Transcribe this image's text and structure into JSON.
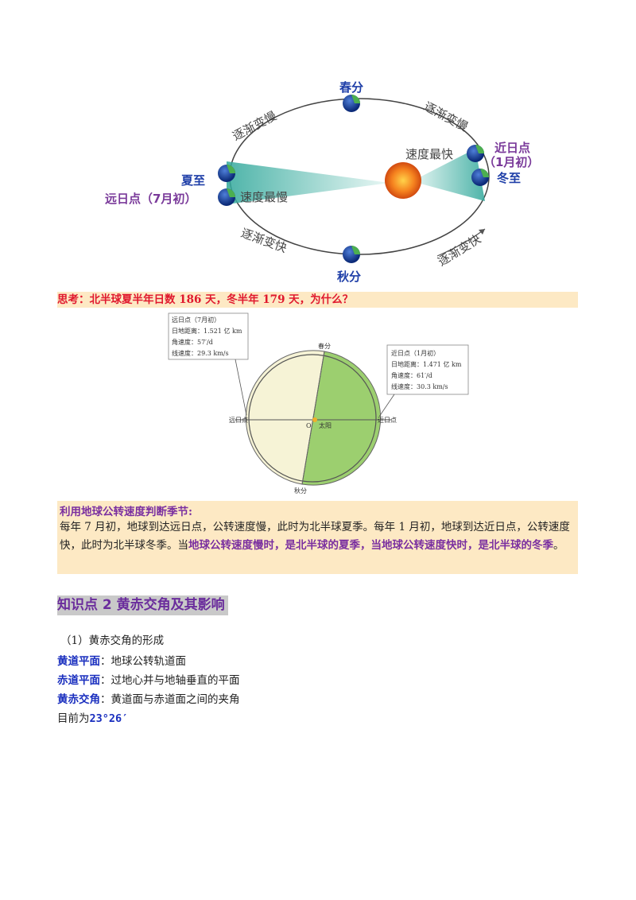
{
  "diagram1": {
    "spring": "春分",
    "autumn": "秋分",
    "summer": "夏至",
    "winter": "冬至",
    "aphelion": "远日点（7月初）",
    "perihelion_line1": "近日点",
    "perihelion_line2": "（1月初）",
    "speed_slowest": "速度最慢",
    "speed_fastest": "速度最快",
    "slowing_a": "逐渐变慢",
    "slowing_b": "逐渐变慢",
    "speeding_a": "逐渐变快",
    "speeding_b": "逐渐变快"
  },
  "think": "思考：北半球夏半年日数 186 天，冬半年 179 天，为什么？",
  "diagram2": {
    "aphelion_box": [
      "远日点（7月初）",
      "日地距离：1.521 亿 km",
      "角速度：57′/d",
      "线速度：29.3 km/s"
    ],
    "perihelion_box": [
      "近日点（1月初）",
      "日地距离：1.471 亿 km",
      "角速度：61′/d",
      "线速度：30.3 km/s"
    ],
    "spring": "春分",
    "autumn": "秋分",
    "aphelion": "远日点",
    "perihelion": "近日点",
    "sun": "太阳",
    "center": "O"
  },
  "season": {
    "title": "利用地球公转速度判断季节:",
    "body_plain": "每年 7 月初，地球到达远日点，公转速度慢，此时为北半球夏季。每年 1 月初，地球到达近日点，公转速度快，此时为北半球冬季。当",
    "body_highlight": "地球公转速度慢时，是北半球的夏季，当地球公转速度快时，是北半球的冬季",
    "body_end": "。"
  },
  "kp2": {
    "title": "知识点 2  黄赤交角及其影响",
    "sub": "（1）黄赤交角的形成",
    "items": [
      {
        "term": "黄道平面",
        "text": "：地球公转轨道面"
      },
      {
        "term": "赤道平面",
        "text": "：过地心并与地轴垂直的平面"
      },
      {
        "term": "黄赤交角",
        "text": "：黄道面与赤道面之间的夹角"
      }
    ],
    "current_prefix": "目前为",
    "current_value": "23°26′"
  },
  "colors": {
    "think_bg": "#fde9c4",
    "think_text": "#e0182d",
    "highlight_purple": "#7a2fa0",
    "term_blue": "#1a2fbf",
    "green_half": "#9ccf6f",
    "cream_half": "#f6f3d6"
  }
}
